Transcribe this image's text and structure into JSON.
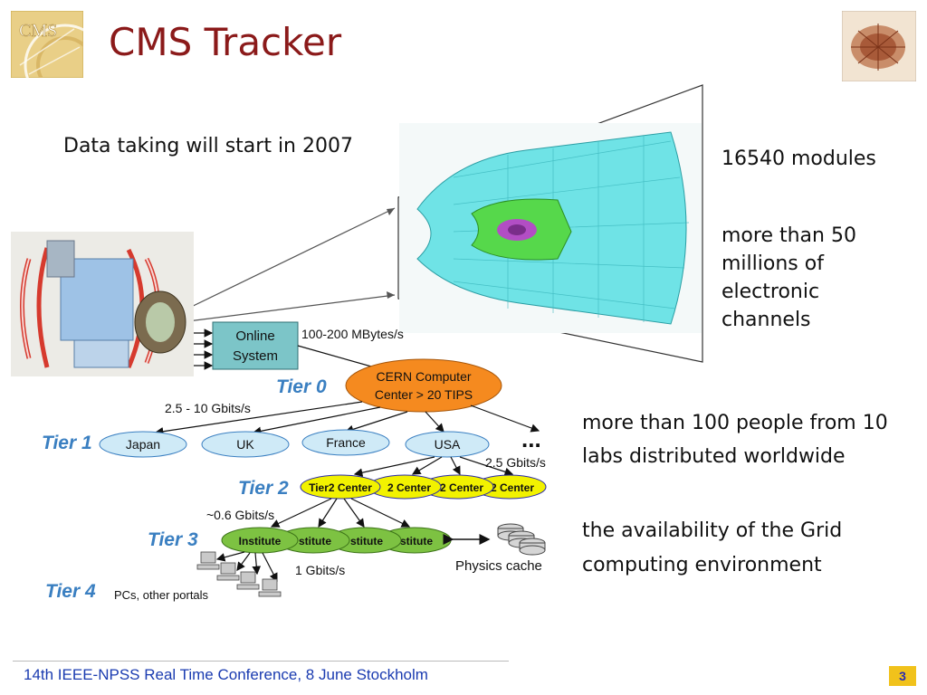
{
  "slide": {
    "title": "CMS Tracker",
    "intro": "Data taking will start in 2007",
    "facts": {
      "modules": "16540 modules",
      "channels_lines": [
        "more than 50",
        "millions of",
        "electronic",
        "channels"
      ],
      "people_lines": [
        "more than 100 people from 10",
        "labs distributed worldwide"
      ],
      "grid_lines": [
        "the availability of the Grid",
        "computing environment"
      ]
    },
    "footer": "14th IEEE-NPSS Real Time Conference, 8 June Stockholm",
    "page_number": "3"
  },
  "diagram": {
    "online_system": [
      "Online",
      "System"
    ],
    "rate_detector": "100-200 MBytes/s",
    "cern_center": [
      "CERN Computer",
      "Center > 20 TIPS"
    ],
    "rate_tier1": "2.5 - 10 Gbits/s",
    "rate_tier2": "2.5 Gbits/s",
    "rate_tier3": "~0.6 Gbits/s",
    "rate_tier4": "1 Gbits/s",
    "tiers": [
      "Tier 0",
      "Tier 1",
      "Tier 2",
      "Tier 3",
      "Tier 4"
    ],
    "tier1_sites": [
      "Japan",
      "UK",
      "France",
      "USA"
    ],
    "tier2_centers": [
      "Tier2 Center",
      "2 Center",
      "2 Center",
      "2 Center"
    ],
    "tier3_institutes": [
      "Institute",
      "stitute",
      "stitute",
      "stitute"
    ],
    "ellipsis": "...",
    "physics_cache": "Physics cache",
    "pcs": "PCs, other portals",
    "colors": {
      "tier_label": "#3a7fc1",
      "cern": "#f58a1f",
      "tier1_fill": "#cfeaf7",
      "tier2_fill": "#f2f200",
      "tier3_fill": "#7dc242",
      "online_fill": "#7cc5c8"
    }
  },
  "logos": {
    "cms_logo_text": "CMS"
  }
}
